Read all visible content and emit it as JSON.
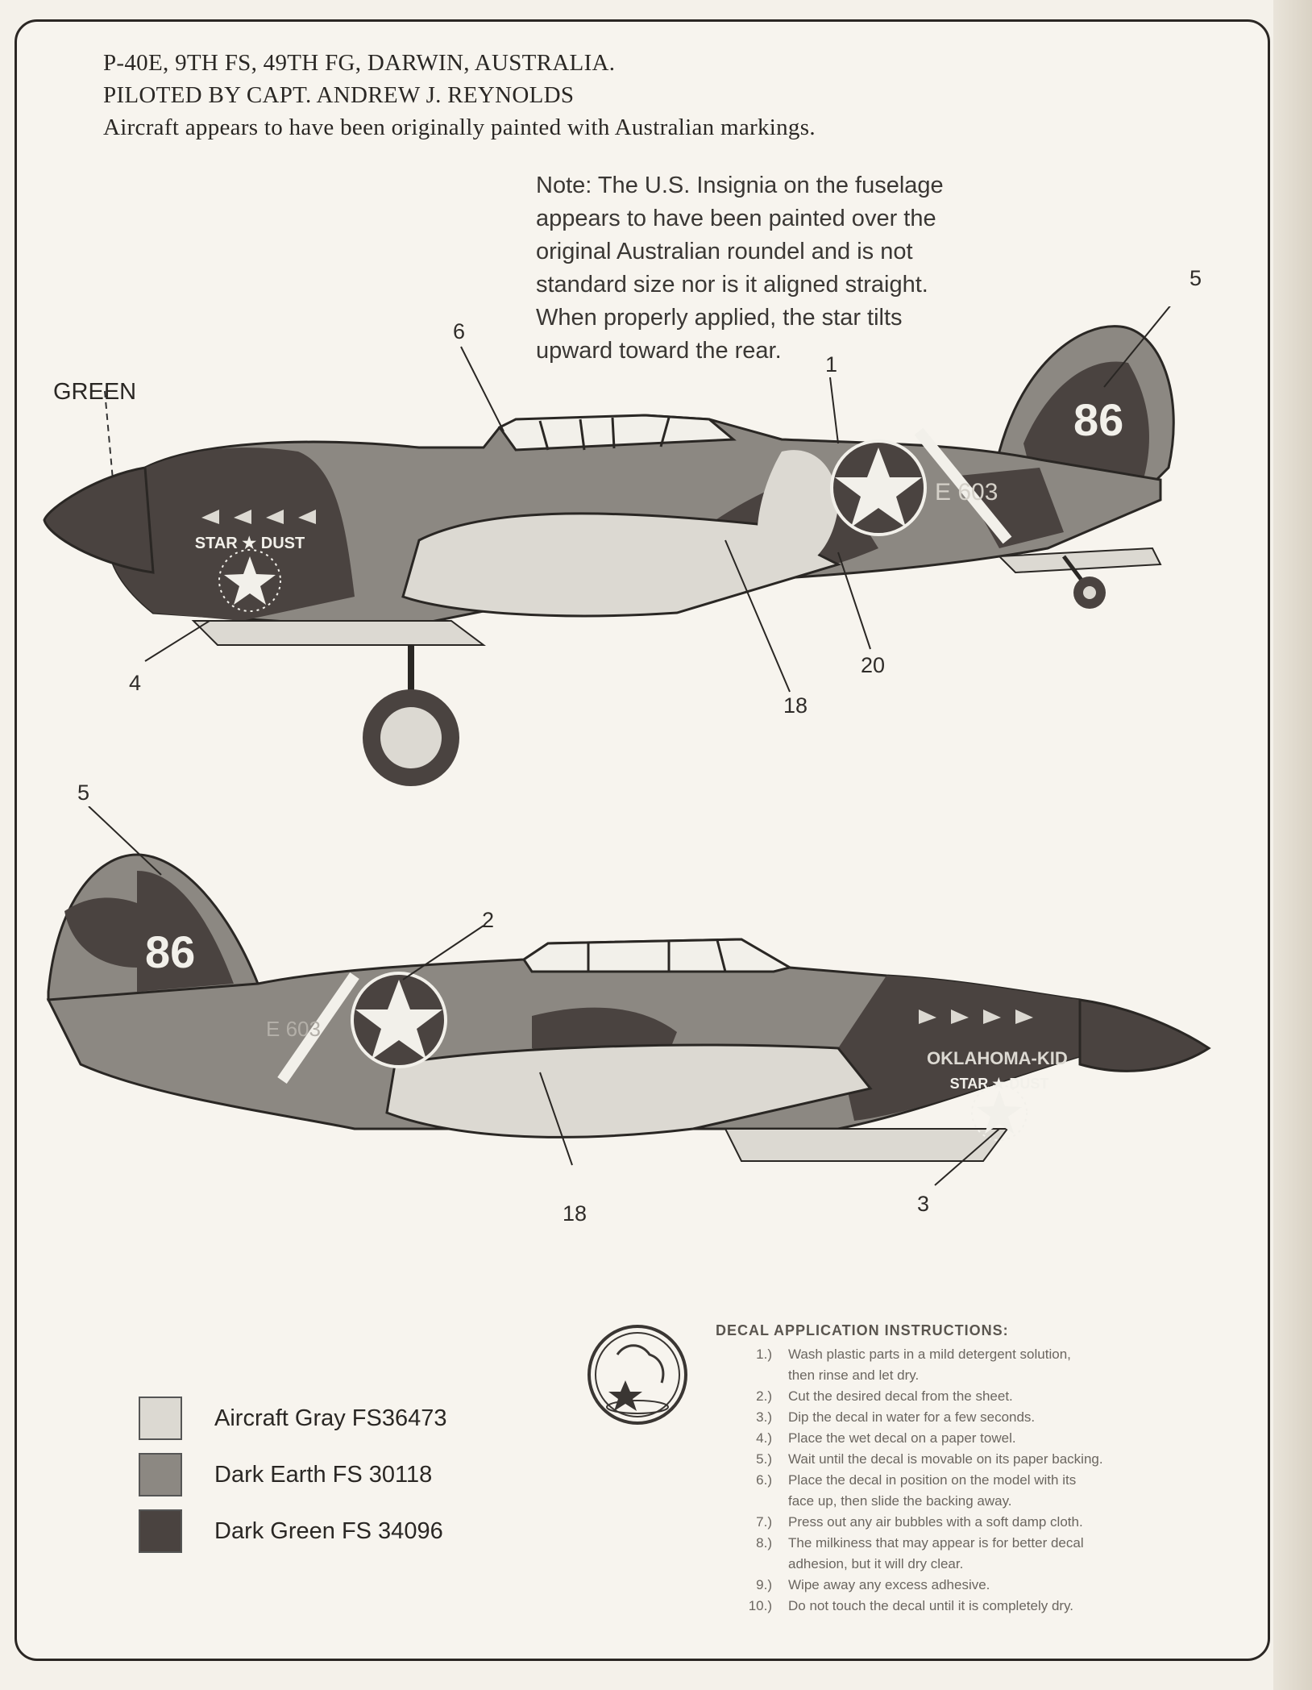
{
  "header": {
    "line1": "P-40E, 9TH FS, 49TH FG, DARWIN, AUSTRALIA.",
    "line2": "PILOTED BY CAPT. ANDREW J. REYNOLDS",
    "line3": "Aircraft appears to have been originally painted with Australian markings."
  },
  "note": {
    "lines": [
      "Note: The U.S. Insignia on the fuselage",
      "appears to have been painted over the",
      "original Australian roundel and is not",
      "standard size nor is it aligned straight.",
      "When properly applied, the star tilts",
      "upward toward the rear."
    ]
  },
  "top_view": {
    "nose_color_label": "GREEN",
    "callouts": [
      "6",
      "1",
      "5",
      "4",
      "18",
      "20"
    ],
    "tail_number": "86",
    "nose_art": "STAR ★ DUST",
    "serial": "E 603"
  },
  "bottom_view": {
    "callouts": [
      "5",
      "2",
      "18",
      "3"
    ],
    "tail_number": "86",
    "nose_name": "OKLAHOMA-KID",
    "nose_art": "STAR ★ DUST",
    "serial": "E 603"
  },
  "legend": {
    "items": [
      {
        "label": "Aircraft Gray FS36473",
        "color": "#dcd9d2"
      },
      {
        "label": "Dark Earth FS 30118",
        "color": "#8c8882"
      },
      {
        "label": "Dark Green FS 34096",
        "color": "#4a4340"
      }
    ]
  },
  "instructions": {
    "title": "DECAL APPLICATION INSTRUCTIONS:",
    "steps": [
      {
        "num": "1.)",
        "text": "Wash plastic parts in a mild detergent solution,"
      },
      {
        "num": "",
        "text": "then rinse and let dry."
      },
      {
        "num": "2.)",
        "text": "Cut the desired decal from the sheet."
      },
      {
        "num": "3.)",
        "text": "Dip the decal in water for a few seconds."
      },
      {
        "num": "4.)",
        "text": "Place the wet decal on a paper towel."
      },
      {
        "num": "5.)",
        "text": "Wait until the decal is movable on its paper backing."
      },
      {
        "num": "6.)",
        "text": "Place the decal in position on the model with its"
      },
      {
        "num": "",
        "text": "face up, then slide the backing away."
      },
      {
        "num": "7.)",
        "text": "Press out any air bubbles with a soft damp cloth."
      },
      {
        "num": "8.)",
        "text": "The milkiness that may appear is for better decal"
      },
      {
        "num": "",
        "text": "adhesion, but it will dry clear."
      },
      {
        "num": "9.)",
        "text": "Wipe away any excess adhesive."
      },
      {
        "num": "10.)",
        "text": "Do not touch the decal until it is completely dry."
      }
    ]
  }
}
